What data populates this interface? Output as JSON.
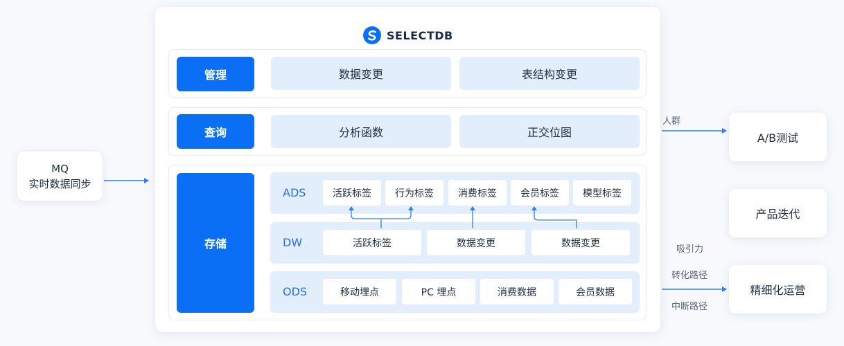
{
  "source": {
    "line1": "MQ",
    "line2": "实时数据同步"
  },
  "brand": {
    "name": "SELECTDB"
  },
  "layers": {
    "manage": {
      "label": "管理",
      "items": [
        "数据变更",
        "表结构变更"
      ]
    },
    "query": {
      "label": "查询",
      "items": [
        "分析函数",
        "正交位图"
      ]
    },
    "storage": {
      "label": "存储",
      "ads": {
        "label": "ADS",
        "items": [
          "活跃标签",
          "行为标签",
          "消费标签",
          "会员标签",
          "模型标签"
        ]
      },
      "dw": {
        "label": "DW",
        "items": [
          "活跃标签",
          "数据变更",
          "数据变更"
        ]
      },
      "ods": {
        "label": "ODS",
        "items": [
          "移动埋点",
          "PC 埋点",
          "消费数据",
          "会员数据"
        ]
      }
    }
  },
  "outputs": {
    "ab_test": {
      "label": "A/B测试",
      "arrow_label": "人群"
    },
    "product": {
      "label": "产品迭代"
    },
    "operations": {
      "label": "精细化运营",
      "annotations": [
        "吸引力",
        "转化路径",
        "中断路径"
      ]
    }
  },
  "colors": {
    "primary": "#0b6ff5",
    "light": "#e3eefd",
    "arrow": "#2f80ed"
  }
}
